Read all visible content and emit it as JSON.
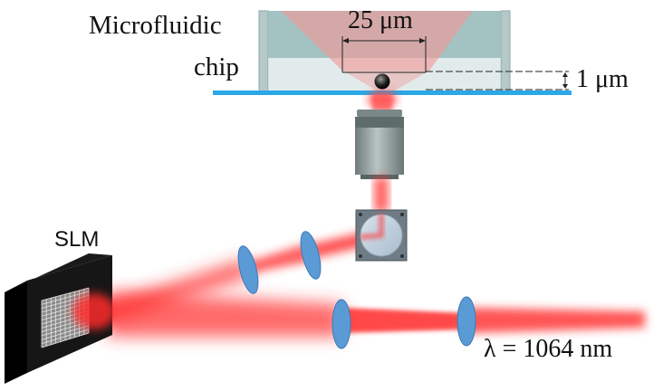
{
  "labels": {
    "chip_line1": "Microfluidic",
    "chip_line2": "chip",
    "scale_width": "25 μm",
    "scale_height": "1 μm",
    "slm": "SLM",
    "wavelength": "λ = 1064 nm"
  },
  "colors": {
    "beam": "#ff2a2a",
    "lens": "#5b9bd5",
    "lens_edge": "#3a78b8",
    "coverslip": "#2aa8e8",
    "chip_wall": "#a9c3c3",
    "objective": "#8d9a9a",
    "slm_frame": "#111111"
  }
}
